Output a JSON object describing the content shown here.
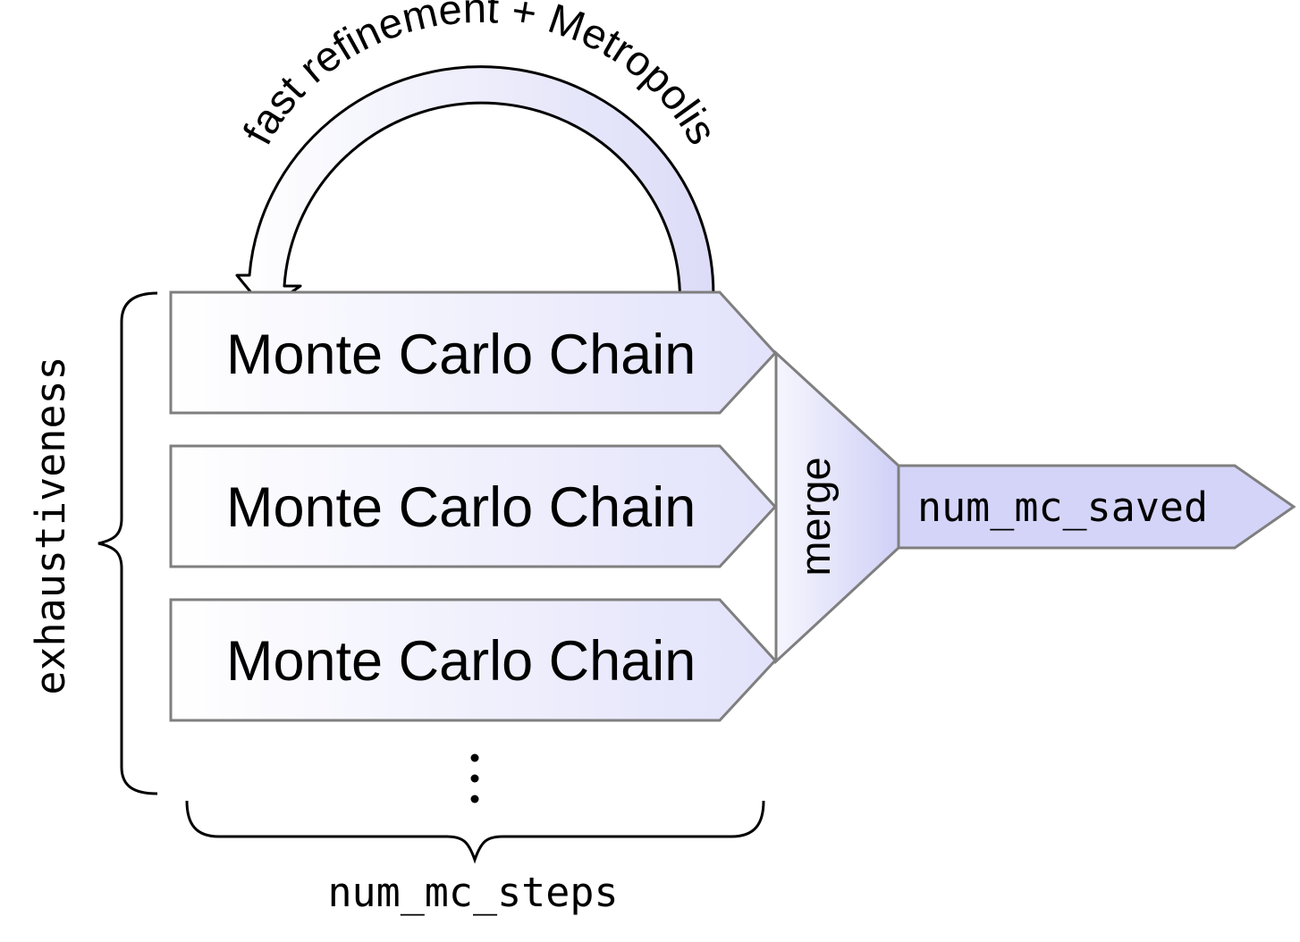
{
  "loop_label": "fast refinement + Metropolis",
  "chains": [
    {
      "label": "Monte Carlo Chain"
    },
    {
      "label": "Monte Carlo Chain"
    },
    {
      "label": "Monte Carlo Chain"
    }
  ],
  "ellipsis": "⋮",
  "merge_label": "merge",
  "output_label": "num_mc_saved",
  "left_brace_label": "exhaustiveness",
  "bottom_brace_label": "num_mc_steps",
  "colors": {
    "stroke": "#7f7f7f",
    "fill_light": "#ffffff",
    "fill_dark": "#d6d6fa",
    "output_fill": "#d4d4f8",
    "text": "#000000"
  }
}
